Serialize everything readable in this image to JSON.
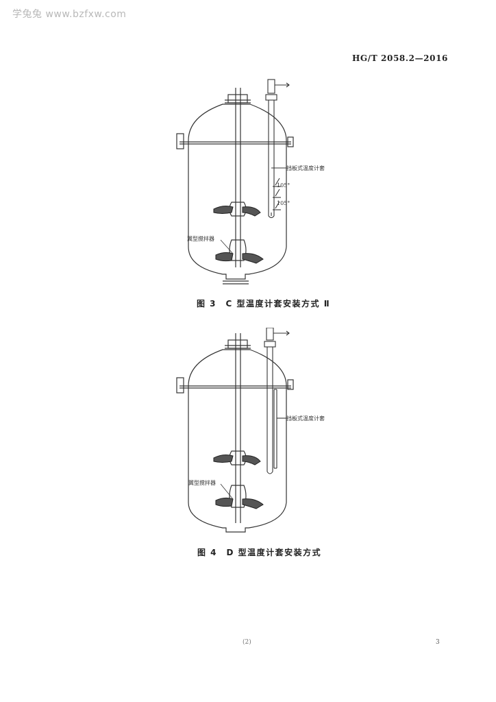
{
  "watermark": "学兔兔 www.bzfxw.com",
  "header": {
    "standard_number": "HG/T 2058.2—2016"
  },
  "figure3": {
    "caption": "图 3　C 型温度计套安装方式 Ⅱ",
    "thermowell_label": "挡板式温度计套",
    "agitator_label": "翼型搅拌器",
    "angle_upper": "105°",
    "angle_lower": "105°"
  },
  "figure4": {
    "caption": "图 4　D 型温度计套安装方式",
    "thermowell_label": "挡板式温度计套",
    "agitator_label": "翼型搅拌器"
  },
  "footer": {
    "center_mark": "(2)",
    "page_number": "3"
  }
}
